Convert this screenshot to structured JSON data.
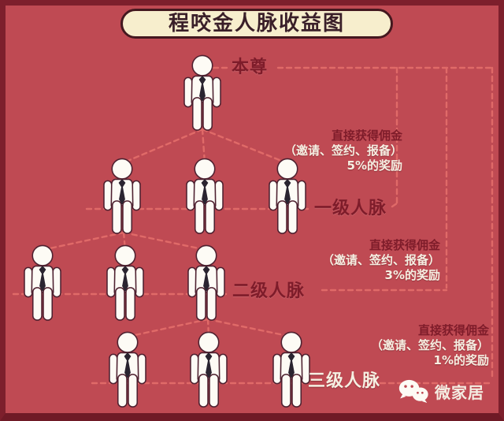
{
  "title": "程咬金人脉收益图",
  "levels": [
    {
      "label": "本尊"
    },
    {
      "label": "一级人脉"
    },
    {
      "label": "二级人脉"
    },
    {
      "label": "三级人脉"
    }
  ],
  "commissions": [
    {
      "heading": "直接获得佣金",
      "detail": "（邀请、签约、报备）",
      "reward": "5%的奖励"
    },
    {
      "heading": "直接获得佣金",
      "detail": "（邀请、签约、报备）",
      "reward": "3%的奖励"
    },
    {
      "heading": "直接获得佣金",
      "detail": "（邀请、签约、报备）",
      "reward": "1%的奖励"
    }
  ],
  "watermark": {
    "label": "微家居",
    "icon": "wechat-icon"
  },
  "colors": {
    "background": "#bf4a53",
    "frame": "#7d1f2c",
    "banner_bg": "#f7eecd",
    "banner_border": "#44181f",
    "label_dark": "#7e1c2a",
    "text_light": "#f6efe2",
    "dash_line": "#e06a68",
    "figure": "#fdfbf5",
    "tie": "#2a2430"
  }
}
